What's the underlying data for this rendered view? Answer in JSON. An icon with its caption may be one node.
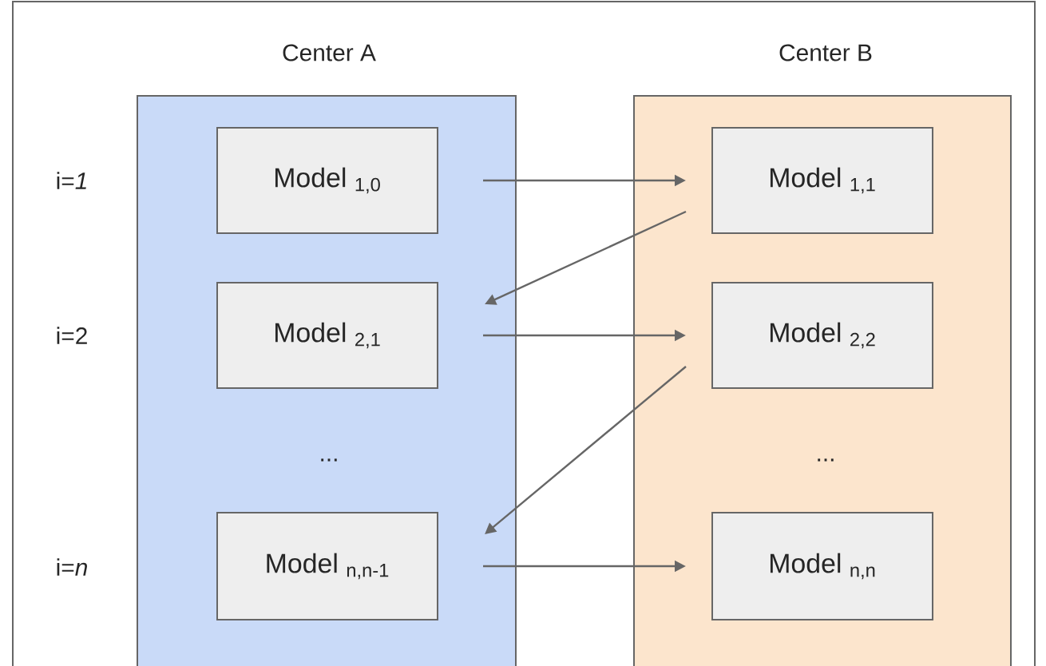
{
  "diagram": {
    "nodes": [
      {
        "text": [
          "Center A"
        ]
      },
      {
        "text": [
          "Center B"
        ]
      },
      {
        "text": [
          "Model $_{1,0}$"
        ],
        "in": 0
      },
      {
        "text": [
          "Model $_{2,1}$"
        ],
        "in": 0
      },
      {
        "text": [
          "Model $_{n,n-1}$"
        ],
        "in": 0
      },
      {
        "text": [
          "Model $_{1,1}$"
        ],
        "in": 1
      },
      {
        "text": [
          "Model $_{2,2}$"
        ],
        "in": 1
      },
      {
        "text": [
          "Model $_{n,n}$"
        ],
        "in": 1
      }
    ],
    "edges": [
      {
        "from": 2,
        "to": 5,
        "arrow": "to"
      },
      {
        "from": 5,
        "to": 3,
        "arrow": "to"
      },
      {
        "from": 3,
        "to": 6,
        "arrow": "to"
      },
      {
        "from": 6,
        "to": 4,
        "arrow": "to"
      },
      {
        "from": 4,
        "to": 7,
        "arrow": "to"
      }
    ],
    "labels": [
      "i=*1*",
      "...",
      "...",
      "i=2",
      "i=*n*"
    ]
  }
}
